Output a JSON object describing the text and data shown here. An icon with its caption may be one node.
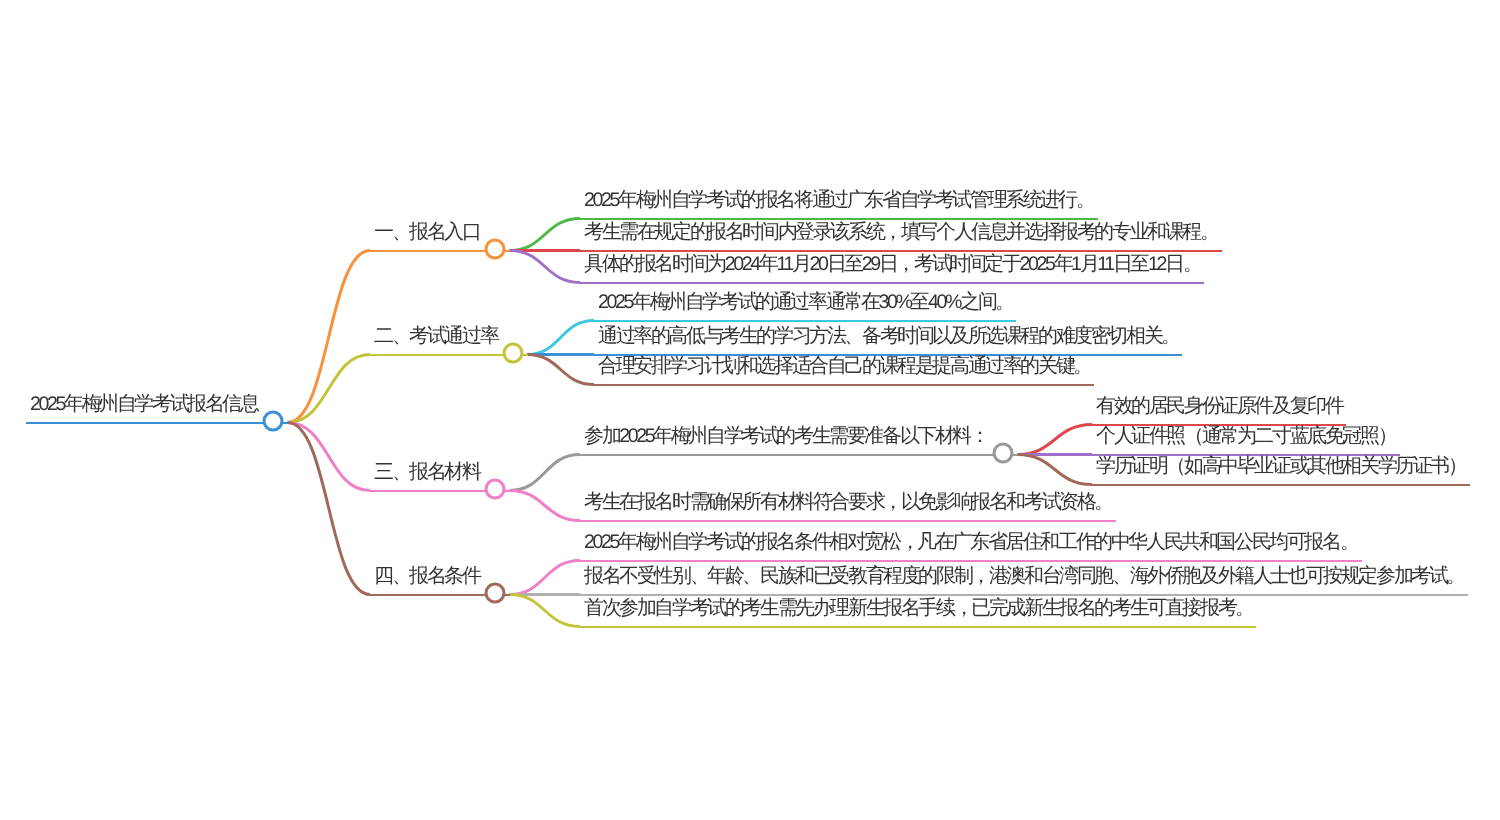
{
  "diagram": {
    "nodes": [
      {
        "text": [
          "2025年梅州自学考试报名信息"
        ]
      },
      {
        "text": [
          "一、报名入口"
        ]
      },
      {
        "text": [
          "2025年梅州自学考试的报名将通过广东省自学考试管理系统进行。"
        ]
      },
      {
        "text": [
          "考生需在规定的报名时间内登录该系统，填写个人信息并选择报考的专业和课程。"
        ]
      },
      {
        "text": [
          "具体的报名时间为2024年11月20日至29日，考试时间定于2025年1月11日至12日。"
        ]
      },
      {
        "text": [
          "二、考试通过率"
        ]
      },
      {
        "text": [
          "2025年梅州自学考试的通过率通常在30%至40%之间。"
        ]
      },
      {
        "text": [
          "通过率的高低与考生的学习方法、备考时间以及所选课程的难度密切相关。"
        ]
      },
      {
        "text": [
          "合理安排学习计划和选择适合自己的课程是提高通过率的关键。"
        ]
      },
      {
        "text": [
          "三、报名材料"
        ]
      },
      {
        "text": [
          "参加2025年梅州自学考试的考生需要准备以下材料："
        ]
      },
      {
        "text": [
          "有效的居民身份证原件及复印件"
        ]
      },
      {
        "text": [
          "个人证件照（通常为二寸蓝底免冠照）"
        ]
      },
      {
        "text": [
          "学历证明（如高中毕业证或其他相关学历证书）"
        ]
      },
      {
        "text": [
          "考生在报名时需确保所有材料符合要求，以免影响报名和考试资格。"
        ]
      },
      {
        "text": [
          "四、报名条件"
        ]
      },
      {
        "text": [
          "2025年梅州自学考试的报名条件相对宽松，凡在广东省居住和工作的中华人民共和国公民均可报名。"
        ]
      },
      {
        "text": [
          "报名不受性别、年龄、民族和已受教育程度的限制，港澳和台湾同胞、海外侨胞及外籍人士也可按规定参加考试。"
        ]
      },
      {
        "text": [
          "首次参加自学考试的考生需先办理新生报名手续，已完成新生报名的考生可直接报考。"
        ]
      }
    ],
    "edges": [
      {
        "from": 0,
        "to": 1,
        "arrow": "none",
        "color": "#f7923b"
      },
      {
        "from": 1,
        "to": 2,
        "arrow": "none",
        "color": "#4cb848"
      },
      {
        "from": 1,
        "to": 3,
        "arrow": "none",
        "color": "#e0474c"
      },
      {
        "from": 1,
        "to": 4,
        "arrow": "none",
        "color": "#a070c8"
      },
      {
        "from": 0,
        "to": 5,
        "arrow": "none",
        "color": "#c4c43a"
      },
      {
        "from": 5,
        "to": 6,
        "arrow": "none",
        "color": "#3cc8e0"
      },
      {
        "from": 5,
        "to": 7,
        "arrow": "none",
        "color": "#3b8fd8"
      },
      {
        "from": 5,
        "to": 8,
        "arrow": "none",
        "color": "#a0695a"
      },
      {
        "from": 0,
        "to": 9,
        "arrow": "none",
        "color": "#ef7fc8"
      },
      {
        "from": 9,
        "to": 10,
        "arrow": "none",
        "color": "#999999"
      },
      {
        "from": 10,
        "to": 11,
        "arrow": "none",
        "color": "#e0474c"
      },
      {
        "from": 10,
        "to": 12,
        "arrow": "none",
        "color": "#a070c8"
      },
      {
        "from": 10,
        "to": 13,
        "arrow": "none",
        "color": "#a0695a"
      },
      {
        "from": 9,
        "to": 14,
        "arrow": "none",
        "color": "#ef7fc8"
      },
      {
        "from": 0,
        "to": 15,
        "arrow": "none",
        "color": "#a0695a"
      },
      {
        "from": 15,
        "to": 16,
        "arrow": "none",
        "color": "#ef7fc8"
      },
      {
        "from": 15,
        "to": 17,
        "arrow": "none",
        "color": "#b0b0b0"
      },
      {
        "from": 15,
        "to": 18,
        "arrow": "none",
        "color": "#c4c43a"
      }
    ]
  }
}
